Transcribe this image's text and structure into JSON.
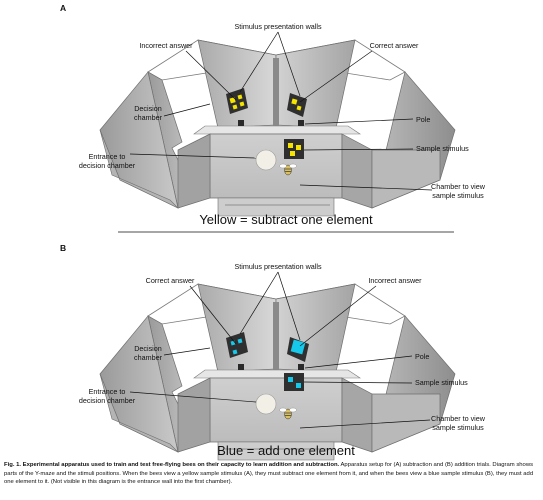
{
  "panel_a": {
    "letter": "A",
    "stimulus_walls_label": "Stimulus presentation walls",
    "incorrect_label": "Incorrect answer",
    "correct_label": "Correct answer",
    "decision_label_1": "Decision",
    "decision_label_2": "chamber",
    "pole_label": "Pole",
    "sample_label": "Sample stimulus",
    "entrance_label_1": "Entrance to",
    "entrance_label_2": "decision chamber",
    "view_label_1": "Chamber to view",
    "view_label_2": "sample stimulus",
    "rule": "Yellow = subtract one element",
    "stimulus_color": "#f5e400"
  },
  "panel_b": {
    "letter": "B",
    "stimulus_walls_label": "Stimulus presentation walls",
    "correct_label": "Correct answer",
    "incorrect_label": "Incorrect answer",
    "decision_label_1": "Decision",
    "decision_label_2": "chamber",
    "pole_label": "Pole",
    "sample_label": "Sample stimulus",
    "entrance_label_1": "Entrance to",
    "entrance_label_2": "decision chamber",
    "view_label_1": "Chamber to view",
    "view_label_2": "sample stimulus",
    "rule": "Blue = add one element",
    "stimulus_color": "#16c8ea"
  },
  "caption": {
    "title": "Fig. 1. Experimental apparatus used to train and test free-flying bees on their capacity to learn addition and subtraction.",
    "body": " Apparatus setup for (A) subtraction and (B) addition trials. Diagram shows parts of the Y-maze and the stimuli positions. When the bees view a yellow sample stimulus (A), they must subtract one element from it, and when the bees view a blue sample stimulus (B), they must add one element to it. (Not visible in this diagram is the entrance wall into the first chamber)."
  }
}
